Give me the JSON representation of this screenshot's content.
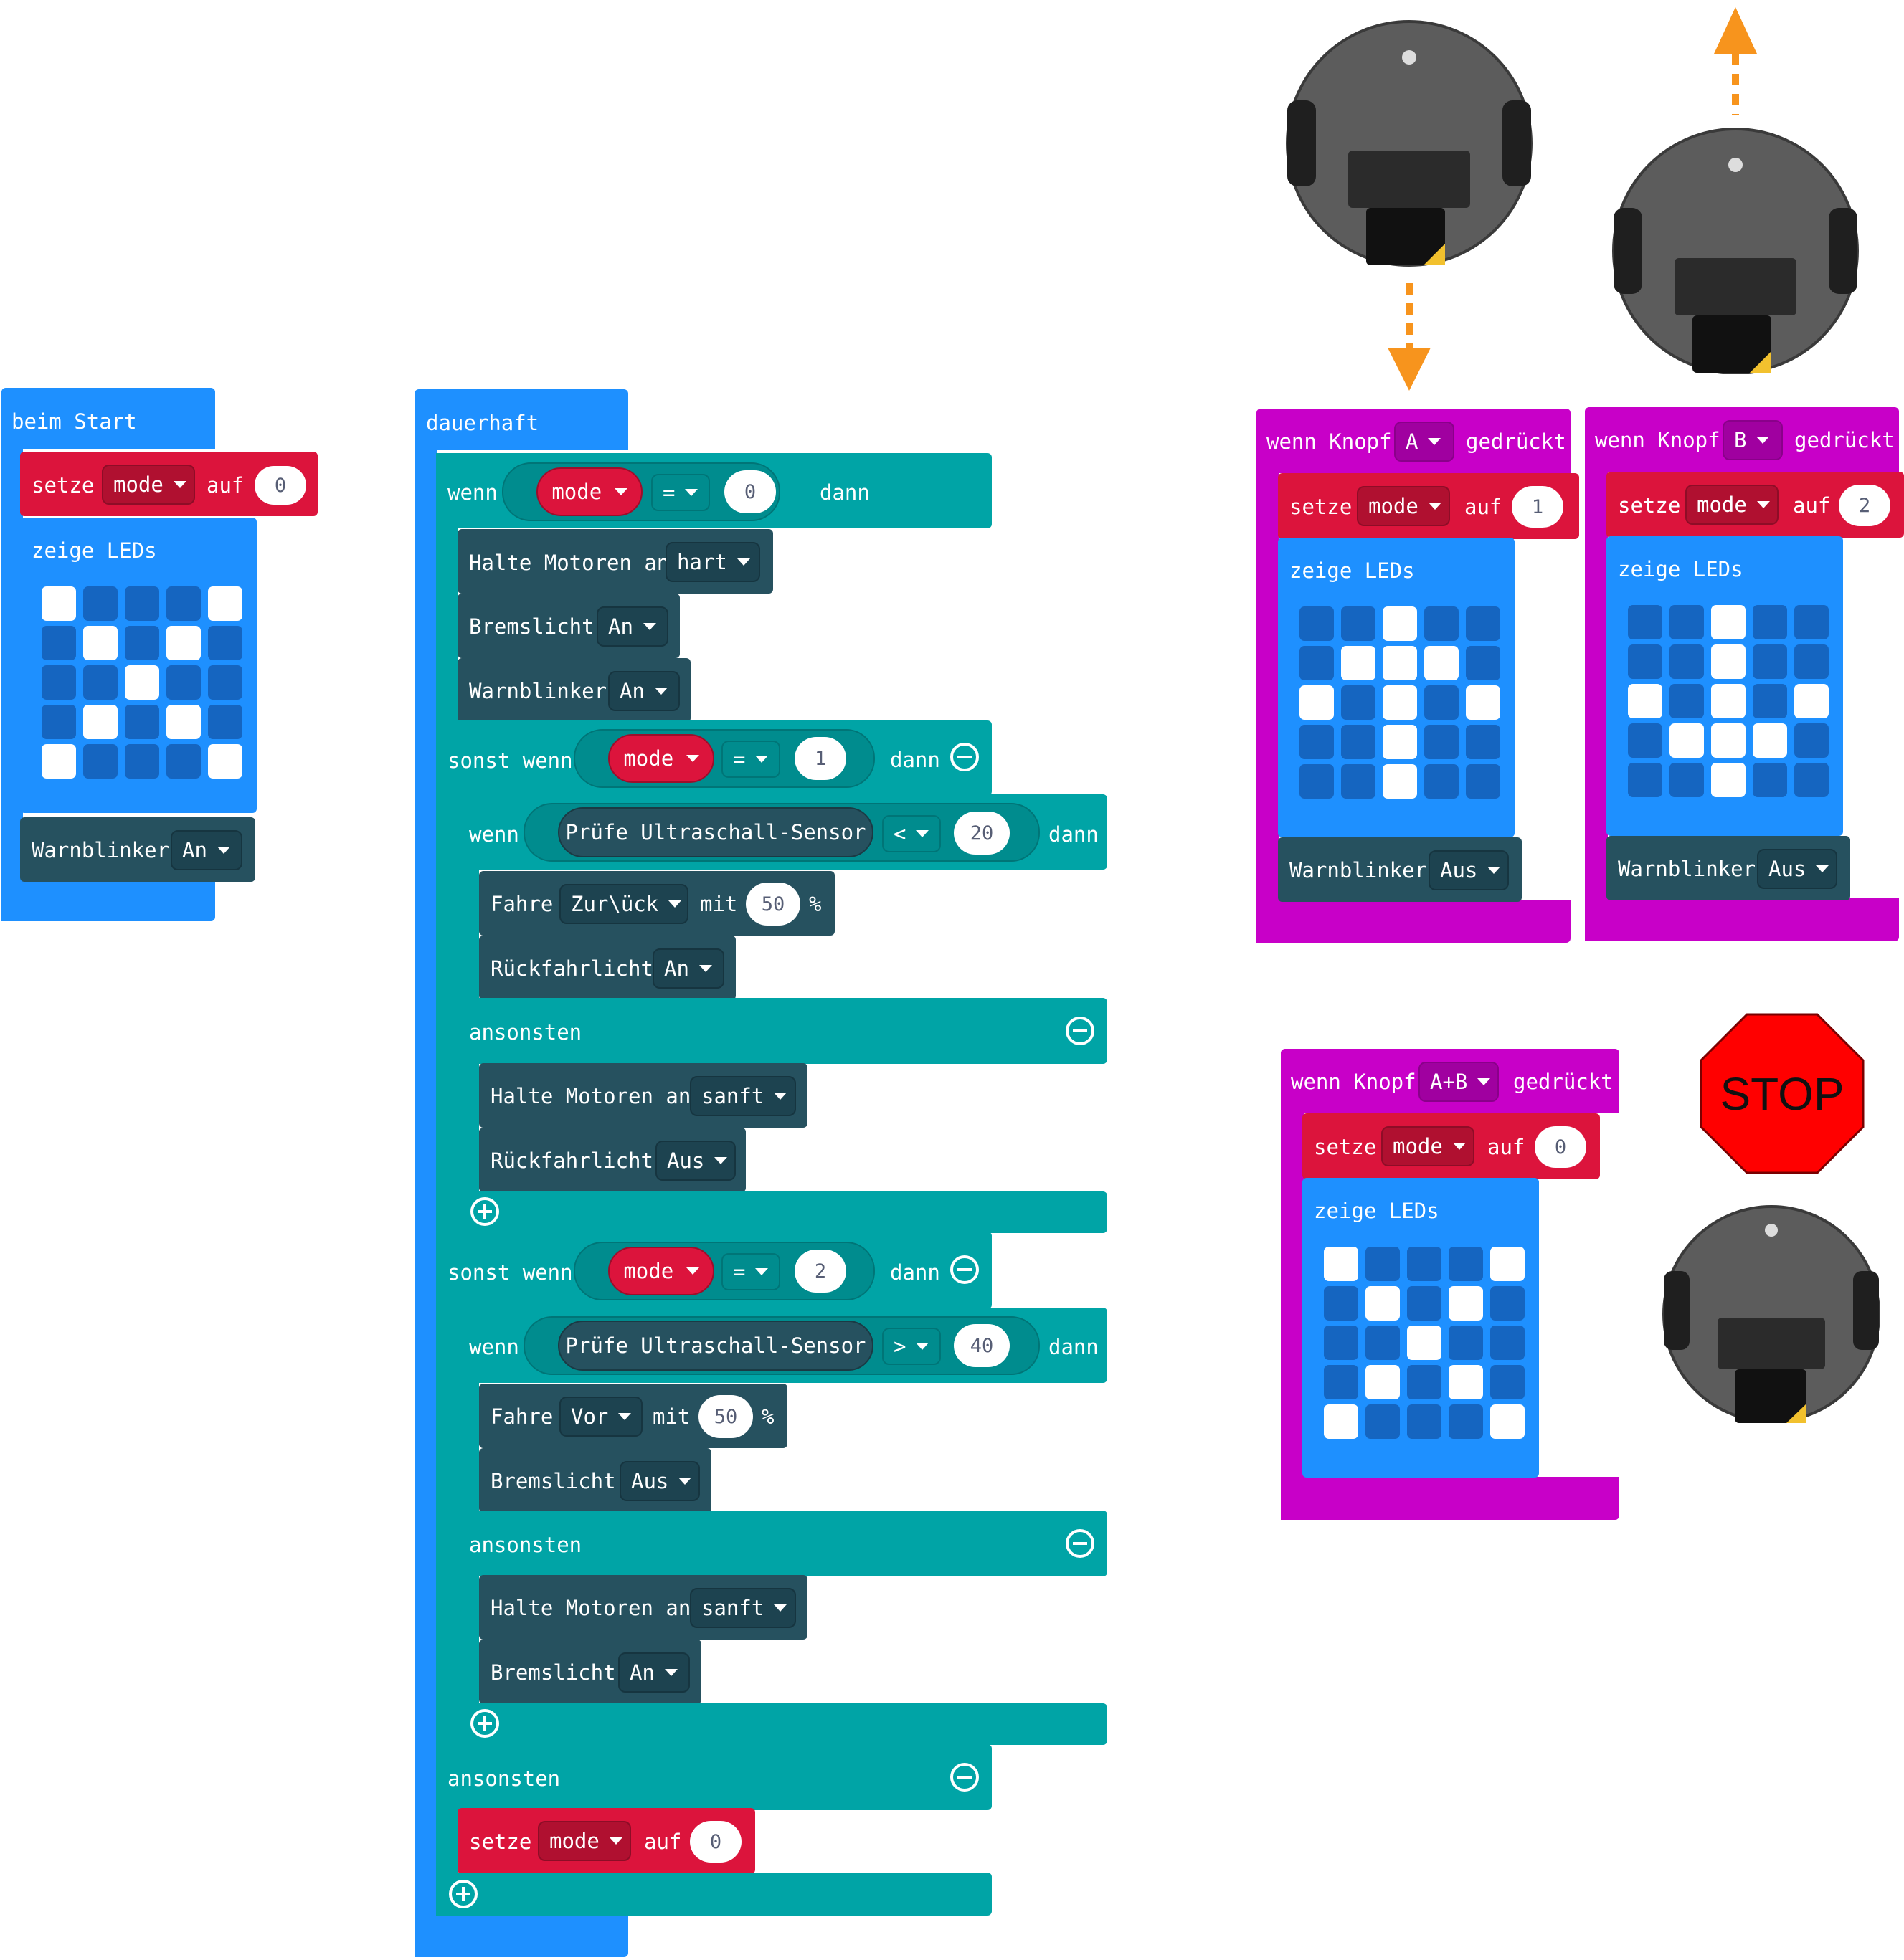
{
  "start": {
    "hat": "beim Start",
    "set_kw": "setze",
    "set_var": "mode",
    "set_to": "auf",
    "set_val": "0",
    "leds_label": "zeige LEDs",
    "leds": [
      1,
      0,
      0,
      0,
      1,
      0,
      1,
      0,
      1,
      0,
      0,
      0,
      1,
      0,
      0,
      0,
      1,
      0,
      1,
      0,
      1,
      0,
      0,
      0,
      1
    ],
    "warn_kw": "Warnblinker",
    "warn_val": "An"
  },
  "forever": {
    "hat": "dauerhaft",
    "if1": {
      "wenn": "wenn",
      "var": "mode",
      "op": "=",
      "val": "0",
      "dann": "dann"
    },
    "halt1": {
      "kw": "Halte Motoren an",
      "val": "hart"
    },
    "brems1": {
      "kw": "Bremslicht",
      "val": "An"
    },
    "warn1": {
      "kw": "Warnblinker",
      "val": "An"
    },
    "elif1": {
      "kw": "sonst wenn",
      "var": "mode",
      "op": "=",
      "val": "1",
      "dann": "dann"
    },
    "inner1": {
      "wenn": "wenn",
      "sensor": "Prüfe Ultraschall-Sensor",
      "op": "<",
      "val": "20",
      "dann": "dann"
    },
    "fahre1": {
      "kw": "Fahre",
      "dir": "Zur\\ück",
      "mit": "mit",
      "val": "50",
      "pct": "%"
    },
    "rueck1": {
      "kw": "Rückfahrlicht",
      "val": "An"
    },
    "else1": "ansonsten",
    "halt2": {
      "kw": "Halte Motoren an",
      "val": "sanft"
    },
    "rueck2": {
      "kw": "Rückfahrlicht",
      "val": "Aus"
    },
    "elif2": {
      "kw": "sonst wenn",
      "var": "mode",
      "op": "=",
      "val": "2",
      "dann": "dann"
    },
    "inner2": {
      "wenn": "wenn",
      "sensor": "Prüfe Ultraschall-Sensor",
      "op": ">",
      "val": "40",
      "dann": "dann"
    },
    "fahre2": {
      "kw": "Fahre",
      "dir": "Vor",
      "mit": "mit",
      "val": "50",
      "pct": "%"
    },
    "brems2": {
      "kw": "Bremslicht",
      "val": "Aus"
    },
    "else2": "ansonsten",
    "halt3": {
      "kw": "Halte Motoren an",
      "val": "sanft"
    },
    "brems3": {
      "kw": "Bremslicht",
      "val": "An"
    },
    "else3": "ansonsten",
    "set": {
      "kw": "setze",
      "var": "mode",
      "to": "auf",
      "val": "0"
    }
  },
  "btnA": {
    "hat_kw": "wenn Knopf",
    "btn": "A",
    "pressed": "gedrückt",
    "set_kw": "setze",
    "set_var": "mode",
    "set_to": "auf",
    "set_val": "1",
    "leds_label": "zeige LEDs",
    "leds": [
      0,
      0,
      1,
      0,
      0,
      0,
      1,
      1,
      1,
      0,
      1,
      0,
      1,
      0,
      1,
      0,
      0,
      1,
      0,
      0,
      0,
      0,
      1,
      0,
      0
    ],
    "warn_kw": "Warnblinker",
    "warn_val": "Aus"
  },
  "btnB": {
    "hat_kw": "wenn Knopf",
    "btn": "B",
    "pressed": "gedrückt",
    "set_kw": "setze",
    "set_var": "mode",
    "set_to": "auf",
    "set_val": "2",
    "leds_label": "zeige LEDs",
    "leds": [
      0,
      0,
      1,
      0,
      0,
      0,
      0,
      1,
      0,
      0,
      1,
      0,
      1,
      0,
      1,
      0,
      1,
      1,
      1,
      0,
      0,
      0,
      1,
      0,
      0
    ],
    "warn_kw": "Warnblinker",
    "warn_val": "Aus"
  },
  "btnAB": {
    "hat_kw": "wenn Knopf",
    "btn": "A+B",
    "pressed": "gedrückt",
    "set_kw": "setze",
    "set_var": "mode",
    "set_to": "auf",
    "set_val": "0",
    "leds_label": "zeige LEDs",
    "leds": [
      1,
      0,
      0,
      0,
      1,
      0,
      1,
      0,
      1,
      0,
      0,
      0,
      1,
      0,
      0,
      0,
      1,
      0,
      1,
      0,
      1,
      0,
      0,
      0,
      1
    ]
  },
  "stop_sign": "STOP",
  "colors": {
    "basic": "#1E90FF",
    "variables": "#DC143C",
    "logic": "#00A4A6",
    "motor": "#26515F",
    "input": "#C800C8",
    "arrow": "#F7941D",
    "stop": "#FF0000"
  }
}
